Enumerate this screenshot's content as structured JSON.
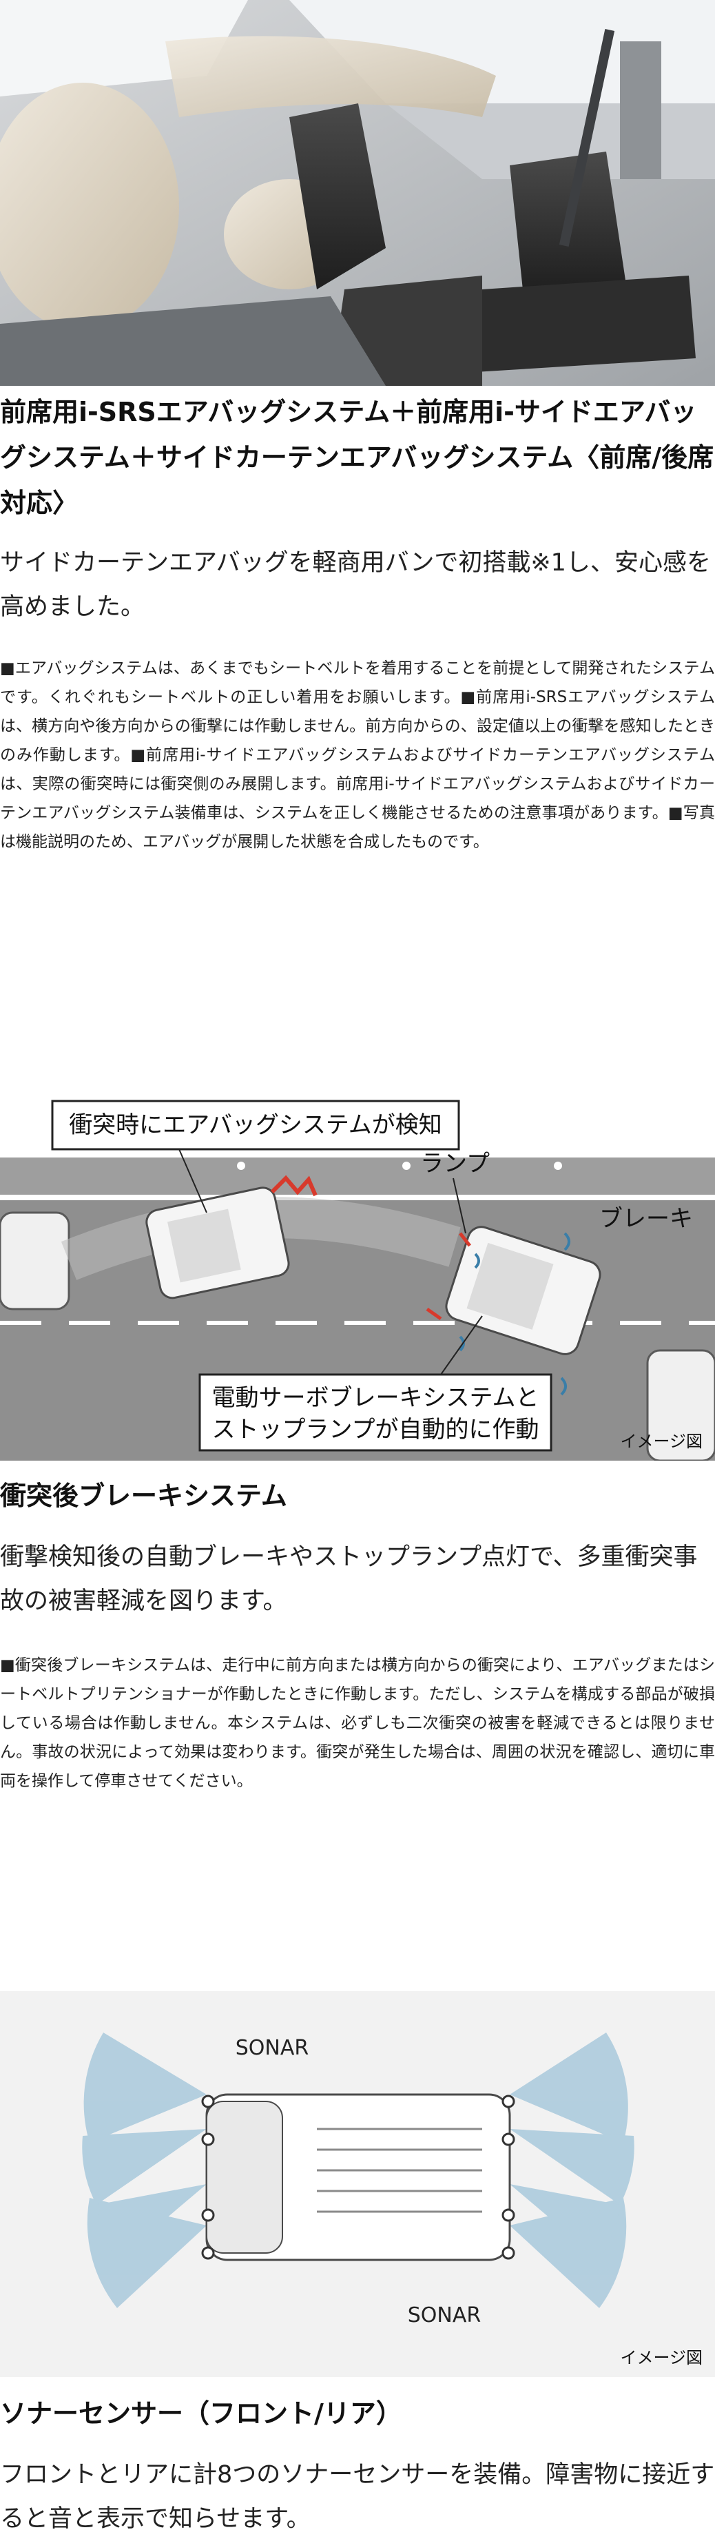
{
  "section_airbag": {
    "title": "前席用i-SRSエアバッグシステム＋前席用i-サイドエアバッグシステム＋サイドカーテンエアバッグシステム〈前席/後席対応〉",
    "lead": "サイドカーテンエアバッグを軽商用バンで初搭載※1し、安心感を高めました。",
    "note": "■エアバッグシステムは、あくまでもシートベルトを着用することを前提として開発されたシステムです。くれぐれもシートベルトの正しい着用をお願いします。■前席用i-SRSエアバッグシステムは、横方向や後方向からの衝撃には作動しません。前方向からの、設定値以上の衝撃を感知したときのみ作動します。■前席用i-サイドエアバッグシステムおよびサイドカーテンエアバッグシステムは、実際の衝突時には衝突側のみ展開します。前席用i-サイドエアバッグシステムおよびサイドカーテンエアバッグシステム装備車は、システムを正しく機能させるための注意事項があります。■写真は機能説明のため、エアバッグが展開した状態を合成したものです。"
  },
  "section_brake": {
    "diagram": {
      "callout_top": "衝突時にエアバッグシステムが検知",
      "label_lamp": "ランプ",
      "label_brake": "ブレーキ",
      "callout_bottom_line1": "電動サーボブレーキシステムと",
      "callout_bottom_line2": "ストップランプが自動的に作動",
      "image_note": "イメージ図"
    },
    "title": "衝突後ブレーキシステム",
    "lead": "衝撃検知後の自動ブレーキやストップランプ点灯で、多重衝突事故の被害軽減を図ります。",
    "note": "■衝突後ブレーキシステムは、走行中に前方向または横方向からの衝突により、エアバッグまたはシートベルトプリテンショナーが作動したときに作動します。ただし、システムを構成する部品が破損している場合は作動しません。本システムは、必ずしも二次衝突の被害を軽減できるとは限りません。事故の状況によって効果は変わります。衝突が発生した場合は、周囲の状況を確認し、適切に車両を操作して停車させてください。"
  },
  "section_sonar": {
    "diagram": {
      "label_sonar_top": "SONAR",
      "label_sonar_bottom": "SONAR",
      "image_note": "イメージ図"
    },
    "title": "ソナーセンサー（フロント/リア）",
    "lead": "フロントとリアに計8つのソナーセンサーを装備。障害物に接近すると音と表示で知らせます。"
  },
  "colors": {
    "road": "#8a8a8a",
    "sonar_fan": "#a9c9dc",
    "warning_red": "#d83a2c",
    "sensor_wave": "#3a7ea8"
  }
}
